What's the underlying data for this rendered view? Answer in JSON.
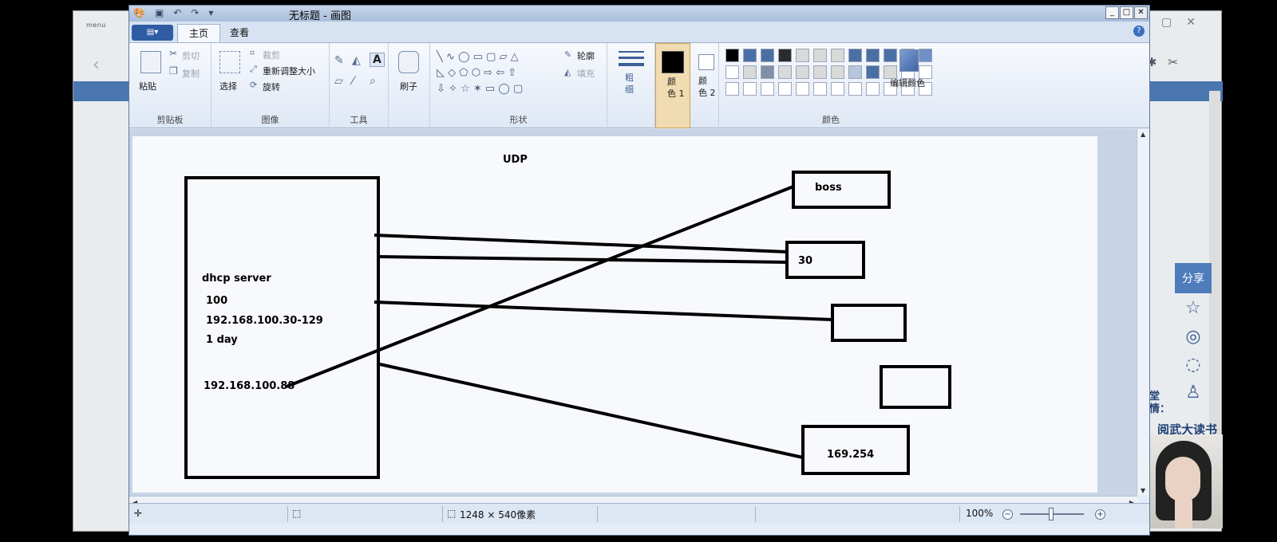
{
  "background_window": {
    "menu_label": "menu",
    "share_label": "分享",
    "side_text": "堂\n情：",
    "side_text2": "阅武大读书"
  },
  "paint": {
    "title": "无标题 - 画图",
    "tabs": [
      "主页",
      "查看"
    ],
    "file_button": "▤▾",
    "clipboard": {
      "paste": "粘贴",
      "cut": "剪切",
      "copy": "复制",
      "label": "剪贴板"
    },
    "image": {
      "select": "选择",
      "crop": "裁剪",
      "resize": "重新调整大小",
      "rotate": "旋转",
      "label": "图像"
    },
    "tools": {
      "label": "工具"
    },
    "brush": {
      "label": "刷子"
    },
    "shapes": {
      "outline": "轮廓",
      "fill": "填充",
      "label": "形状"
    },
    "size": {
      "label": "粗\n细"
    },
    "color1": {
      "label": "颜\n色 1"
    },
    "color2": {
      "label": "颜\n色 2"
    },
    "edit_colors": "编辑颜色",
    "colors_label": "颜色",
    "palette_row1": [
      "#000000",
      "#4a6fa5",
      "#4a6fa5",
      "#2b2b2b",
      "#d9d9d9",
      "#d9d9d9",
      "#d9d9d9",
      "#4a6fa5",
      "#4a6fa5",
      "#4a6fa5",
      "#4a6fa5",
      "#6f8fc7"
    ],
    "palette_row2": [
      "#ffffff",
      "#d9d9d9",
      "#7f8fa9",
      "#d9d9d9",
      "#d9d9d9",
      "#d9d9d9",
      "#d9d9d9",
      "#b8c6dc",
      "#4a6fa5",
      "#d9d9d9",
      "#ffffff",
      "#ffffff"
    ],
    "palette_row3": [
      "#ffffff",
      "#ffffff",
      "#ffffff",
      "#ffffff",
      "#ffffff",
      "#ffffff",
      "#ffffff",
      "#ffffff",
      "#ffffff",
      "#ffffff",
      "#ffffff",
      "#ffffff"
    ],
    "status": {
      "dimensions": "1248 × 540像素",
      "zoom": "100%"
    }
  },
  "drawing": {
    "title": "UDP",
    "server_lines": [
      "dhcp server",
      "100",
      "192.168.100.30-129",
      "1 day",
      "192.168.100.88"
    ],
    "box_labels": {
      "boss": "boss",
      "thirty": "30",
      "linklocal": "169.254"
    }
  }
}
